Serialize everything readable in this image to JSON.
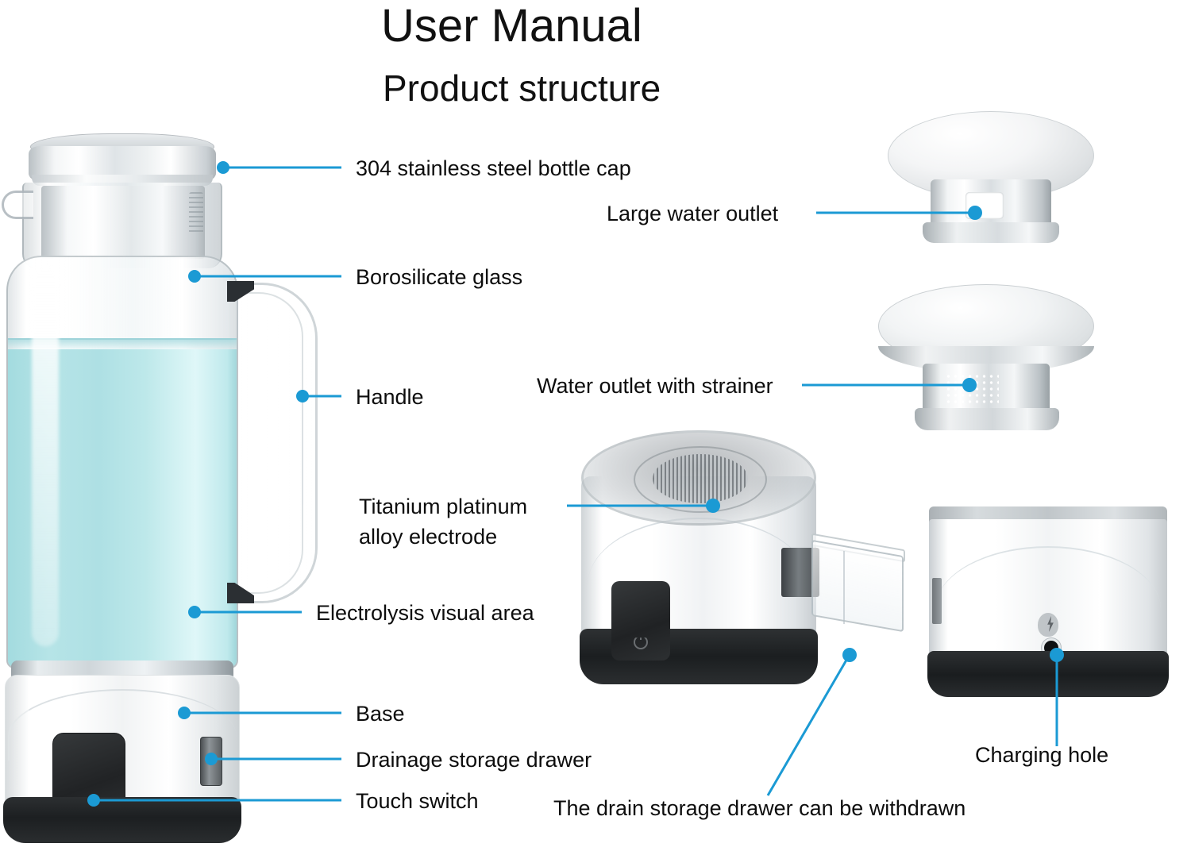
{
  "document": {
    "title_main": "User Manual",
    "title_sub": "Product structure"
  },
  "colors": {
    "leader_blue": "#1b9ad4",
    "dot_blue": "#1b9ad4",
    "water_cyan": "#b2e4e7",
    "text_black": "#0d0d0d",
    "base_white": "#ffffff",
    "foot_black": "#1c1f21"
  },
  "callouts": [
    {
      "id": "bottle-cap",
      "label": "304 stainless steel bottle cap"
    },
    {
      "id": "large-water-outlet",
      "label": "Large water outlet"
    },
    {
      "id": "borosilicate-glass",
      "label": "Borosilicate glass"
    },
    {
      "id": "handle",
      "label": "Handle"
    },
    {
      "id": "water-outlet-strainer",
      "label": "Water outlet with strainer"
    },
    {
      "id": "titanium-electrode-l1",
      "label": "Titanium platinum"
    },
    {
      "id": "titanium-electrode-l2",
      "label": "alloy electrode"
    },
    {
      "id": "electrolysis-area",
      "label": "Electrolysis visual area"
    },
    {
      "id": "base",
      "label": "Base"
    },
    {
      "id": "drainage-drawer",
      "label": "Drainage storage drawer"
    },
    {
      "id": "touch-switch",
      "label": "Touch switch"
    },
    {
      "id": "drawer-withdrawn",
      "label": "The drain storage drawer can be withdrawn"
    },
    {
      "id": "charging-hole",
      "label": "Charging hole"
    }
  ],
  "illustrations": [
    {
      "id": "bottle-assembly",
      "name": "hydrogen water bottle with handle and base"
    },
    {
      "id": "cap-large-outlet",
      "name": "stainless steel cap with large water outlet"
    },
    {
      "id": "cap-strainer",
      "name": "stainless steel cap with strainer outlet"
    },
    {
      "id": "base-unit-drawer",
      "name": "base unit with drain storage drawer withdrawn"
    },
    {
      "id": "base-unit-charging",
      "name": "base unit rear view with charging hole"
    }
  ]
}
